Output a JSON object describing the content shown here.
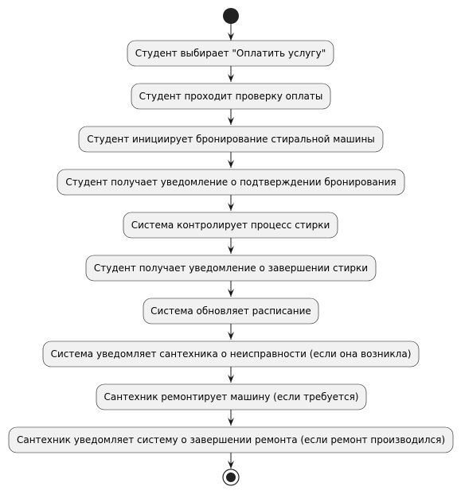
{
  "diagram": {
    "type": "activity",
    "colors": {
      "node_fill": "#f1f1f1",
      "node_border": "#181818",
      "arrow": "#181818",
      "start_node": "#222222",
      "text": "#000000"
    },
    "start": "start-node",
    "end": "end-node",
    "steps": [
      {
        "label": "Студент выбирает \"Оплатить услугу\""
      },
      {
        "label": "Студент проходит проверку оплаты"
      },
      {
        "label": "Студент инициирует бронирование стиральной машины"
      },
      {
        "label": "Студент получает уведомление о подтверждении бронирования"
      },
      {
        "label": "Система контролирует процесс стирки"
      },
      {
        "label": "Студент получает уведомление о завершении стирки"
      },
      {
        "label": "Система обновляет расписание"
      },
      {
        "label": "Система уведомляет сантехника о неисправности (если она возникла)"
      },
      {
        "label": "Сантехник ремонтирует машину (если требуется)"
      },
      {
        "label": "Сантехник уведомляет систему о завершении ремонта (если ремонт производился)"
      }
    ]
  }
}
